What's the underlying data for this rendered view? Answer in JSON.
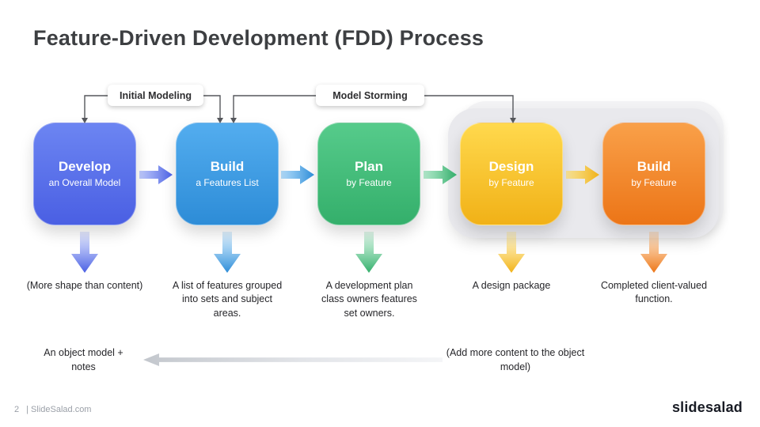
{
  "slide": {
    "title": "Feature-Driven Development (FDD) Process"
  },
  "callouts": {
    "initial_modeling": "Initial Modeling",
    "model_storming": "Model Storming"
  },
  "steps": [
    {
      "title": "Develop",
      "subtitle": "an Overall Model",
      "description": "(More shape than content)",
      "color_top": "#6c85f2",
      "color_bottom": "#4a5fe3"
    },
    {
      "title": "Build",
      "subtitle": "a Features List",
      "description": "A list of features grouped into sets and subject areas.",
      "color_top": "#53adef",
      "color_bottom": "#2d8cd7"
    },
    {
      "title": "Plan",
      "subtitle": "by Feature",
      "description": "A development plan class owners features set owners.",
      "color_top": "#56cb8b",
      "color_bottom": "#34af6b"
    },
    {
      "title": "Design",
      "subtitle": "by Feature",
      "description": "A design package",
      "color_top": "#ffd94d",
      "color_bottom": "#f1b117"
    },
    {
      "title": "Build",
      "subtitle": "by Feature",
      "description": "Completed client-valued function.",
      "color_top": "#f9a049",
      "color_bottom": "#ec7517"
    }
  ],
  "bottom": {
    "left_note": "An object model + notes",
    "right_note": "(Add more content to the object model)"
  },
  "footer": {
    "page_number": "2",
    "site_label": "| SlideSalad.com",
    "logo_part1": "slide",
    "logo_part2": "salad"
  }
}
